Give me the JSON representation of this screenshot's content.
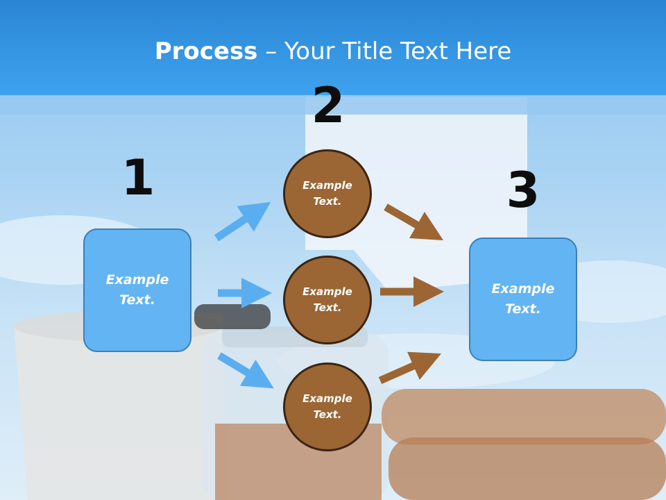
{
  "slide": {
    "title_bold": "Process",
    "title_rest": " – Your Title Text Here"
  },
  "steps": {
    "one": {
      "number": "1",
      "text": "Example\nText."
    },
    "two": {
      "number": "2",
      "circles": [
        {
          "text": "Example\nText."
        },
        {
          "text": "Example\nText."
        },
        {
          "text": "Example\nText."
        }
      ]
    },
    "three": {
      "number": "3",
      "text": "Example\nText."
    }
  },
  "colors": {
    "header": "#3ea2ee",
    "box_fill": "#62b4f2",
    "circle_fill": "#9b6634",
    "blue_arrow": "#5aaef0",
    "brown_arrow": "#9b6634"
  }
}
